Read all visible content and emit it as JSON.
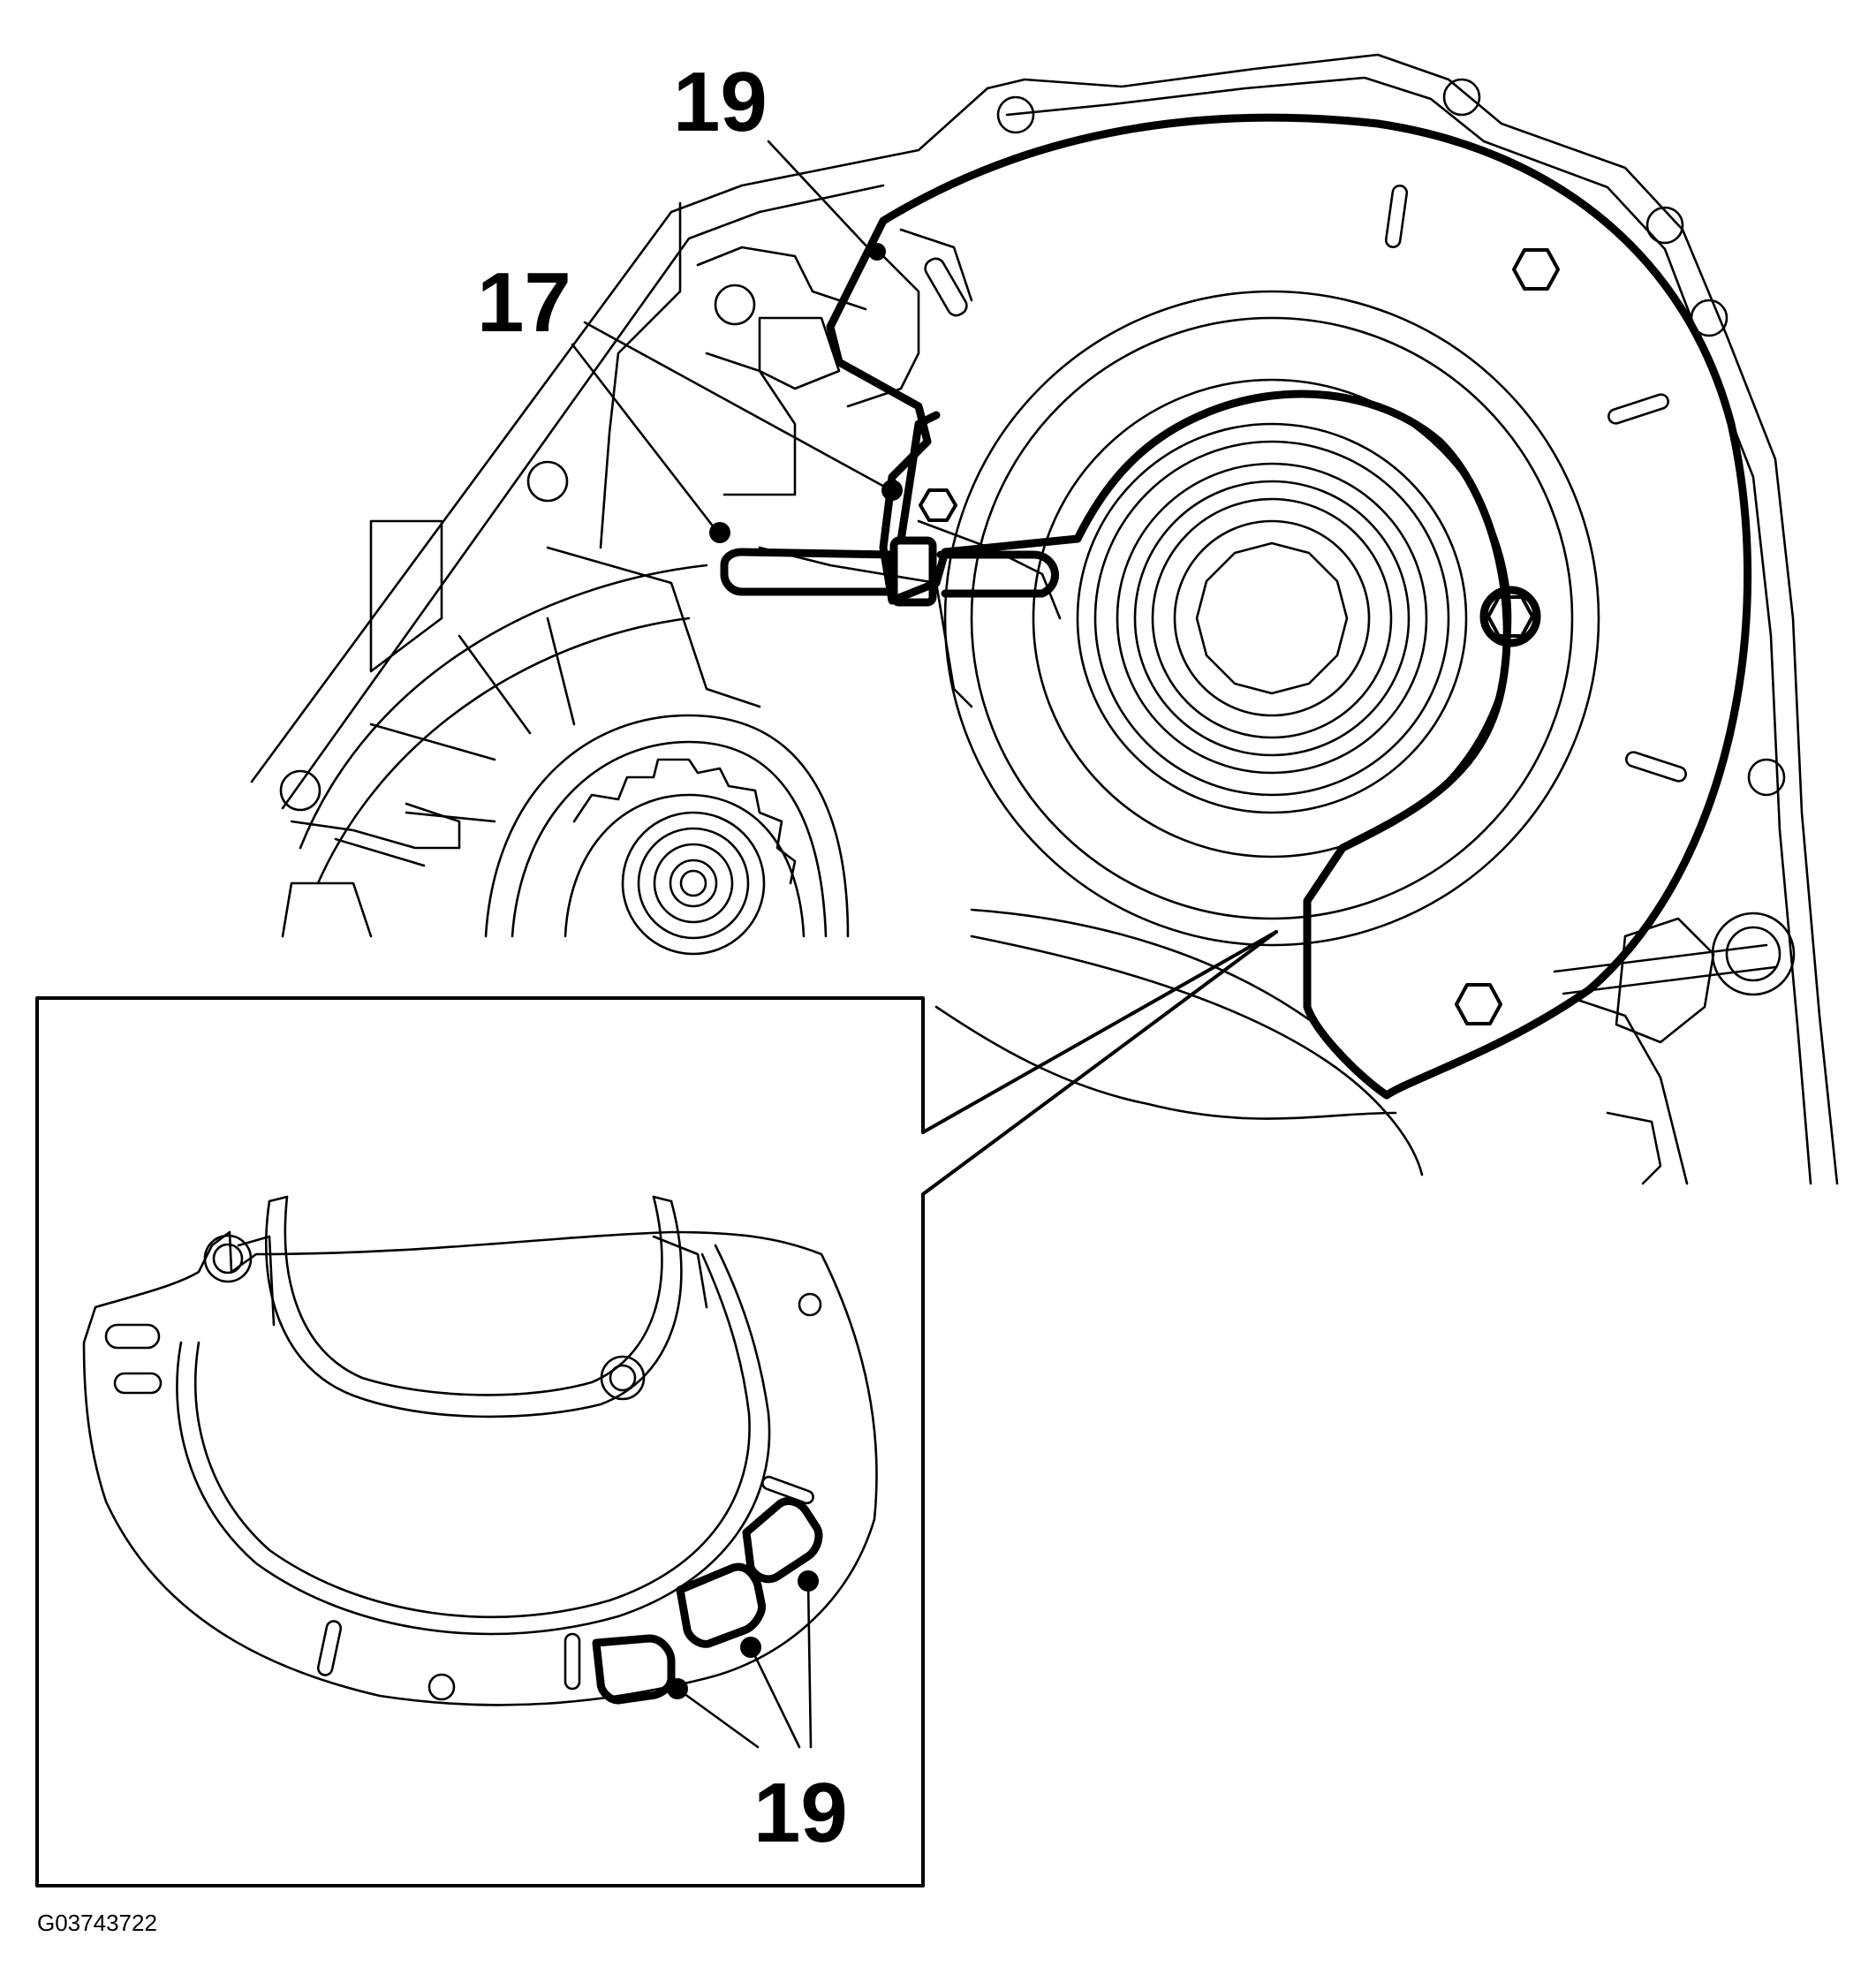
{
  "callouts": {
    "top_19": "19",
    "top_17": "17",
    "inset_19": "19"
  },
  "figure_code": "G03743722",
  "colors": {
    "line": "#000000",
    "background": "#ffffff"
  }
}
